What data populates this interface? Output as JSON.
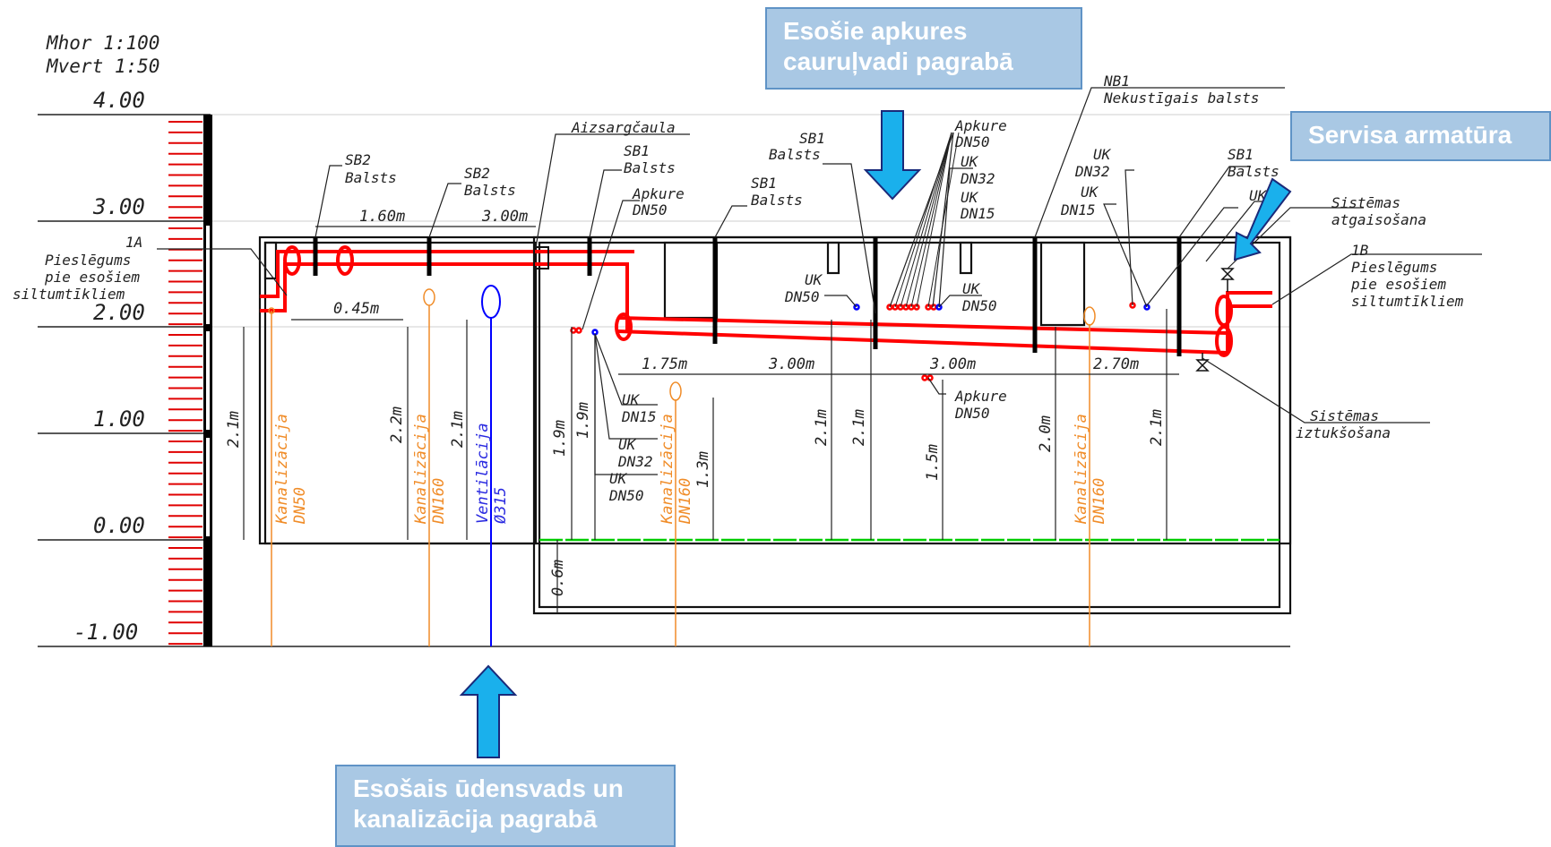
{
  "scale": {
    "horizontal": "Mhor 1:100",
    "vertical": "Mvert 1:50"
  },
  "elevations": [
    "4.00",
    "3.00",
    "2.00",
    "1.00",
    "0.00",
    "-1.00"
  ],
  "callouts": {
    "heating_pipes": [
      "Esošie apkures",
      "cauruļvadi pagrabā"
    ],
    "service_fittings": "Servisa armatūra",
    "water_sewer": [
      "Esošais ūdensvads un",
      "kanalizācija pagrabā"
    ]
  },
  "labels": {
    "conn_1a": [
      "1A",
      "Pieslēgums",
      "pie esošiem",
      "siltumtīkliem"
    ],
    "conn_1b": [
      "1B",
      "Pieslēgums",
      "pie esošiem",
      "siltumtīkliem"
    ],
    "sb2_a": [
      "SB2",
      "Balsts"
    ],
    "sb2_b": [
      "SB2",
      "Balsts"
    ],
    "protective_sleeve": "Aizsargčaula",
    "sb1_a": [
      "SB1",
      "Balsts"
    ],
    "heating_a": [
      "Apkure",
      "DN50"
    ],
    "sb1_b": [
      "SB1",
      "Balsts"
    ],
    "sb1_c": [
      "SB1",
      "Balsts"
    ],
    "heating_group": [
      "Apkure",
      "DN50",
      "UK",
      "DN32",
      "UK",
      "DN15"
    ],
    "nb1": [
      "NB1",
      "Nekustīgais balsts"
    ],
    "uk_right": [
      "UK",
      "DN32",
      "UK",
      "DN15"
    ],
    "sb1_d": [
      "SB1",
      "Balsts"
    ],
    "uk_short": "UK",
    "system_vent": [
      "Sistēmas",
      "atgaisošana"
    ],
    "uk_dn50_a": [
      "UK",
      "DN50"
    ],
    "uk_dn50_b": [
      "UK",
      "DN50"
    ],
    "heating_b": [
      "Apkure",
      "DN50"
    ],
    "uk_left": [
      "UK",
      "DN15",
      "UK",
      "DN32",
      "UK",
      "DN50"
    ],
    "system_drain": [
      "Sistēmas",
      "iztukšošana"
    ]
  },
  "dimensions": {
    "h1": "1.60m",
    "h2": "3.00m",
    "h3": "0.45m",
    "h4": "1.75m",
    "h5": "3.00m",
    "h6": "3.00m",
    "h7": "2.70m",
    "v1": "2.1m",
    "v2": "2.2m",
    "v3": "2.1m",
    "v4": "1.9m",
    "v5": "1.9m",
    "v6": "1.3m",
    "v7": "2.1m",
    "v8": "2.1m",
    "v9": "1.5m",
    "v10": "2.0m",
    "v11": "2.1m",
    "v12": "0.6m"
  },
  "pipes": {
    "sewer_a": [
      "Kanalizācija",
      "DN50"
    ],
    "sewer_b": [
      "Kanalizācija",
      "DN160"
    ],
    "ventilation": [
      "Ventilācija",
      "Ø315"
    ],
    "sewer_c": [
      "Kanalizācija",
      "DN160"
    ],
    "sewer_d": [
      "Kanalizācija",
      "DN160"
    ]
  },
  "colors": {
    "heating": "#ff0000",
    "sewer": "#f08c28",
    "ventilation": "#0000ff",
    "ground": "#00cc00",
    "callout_bg": "#a9c8e4",
    "arrow": "#1ab0ec"
  }
}
